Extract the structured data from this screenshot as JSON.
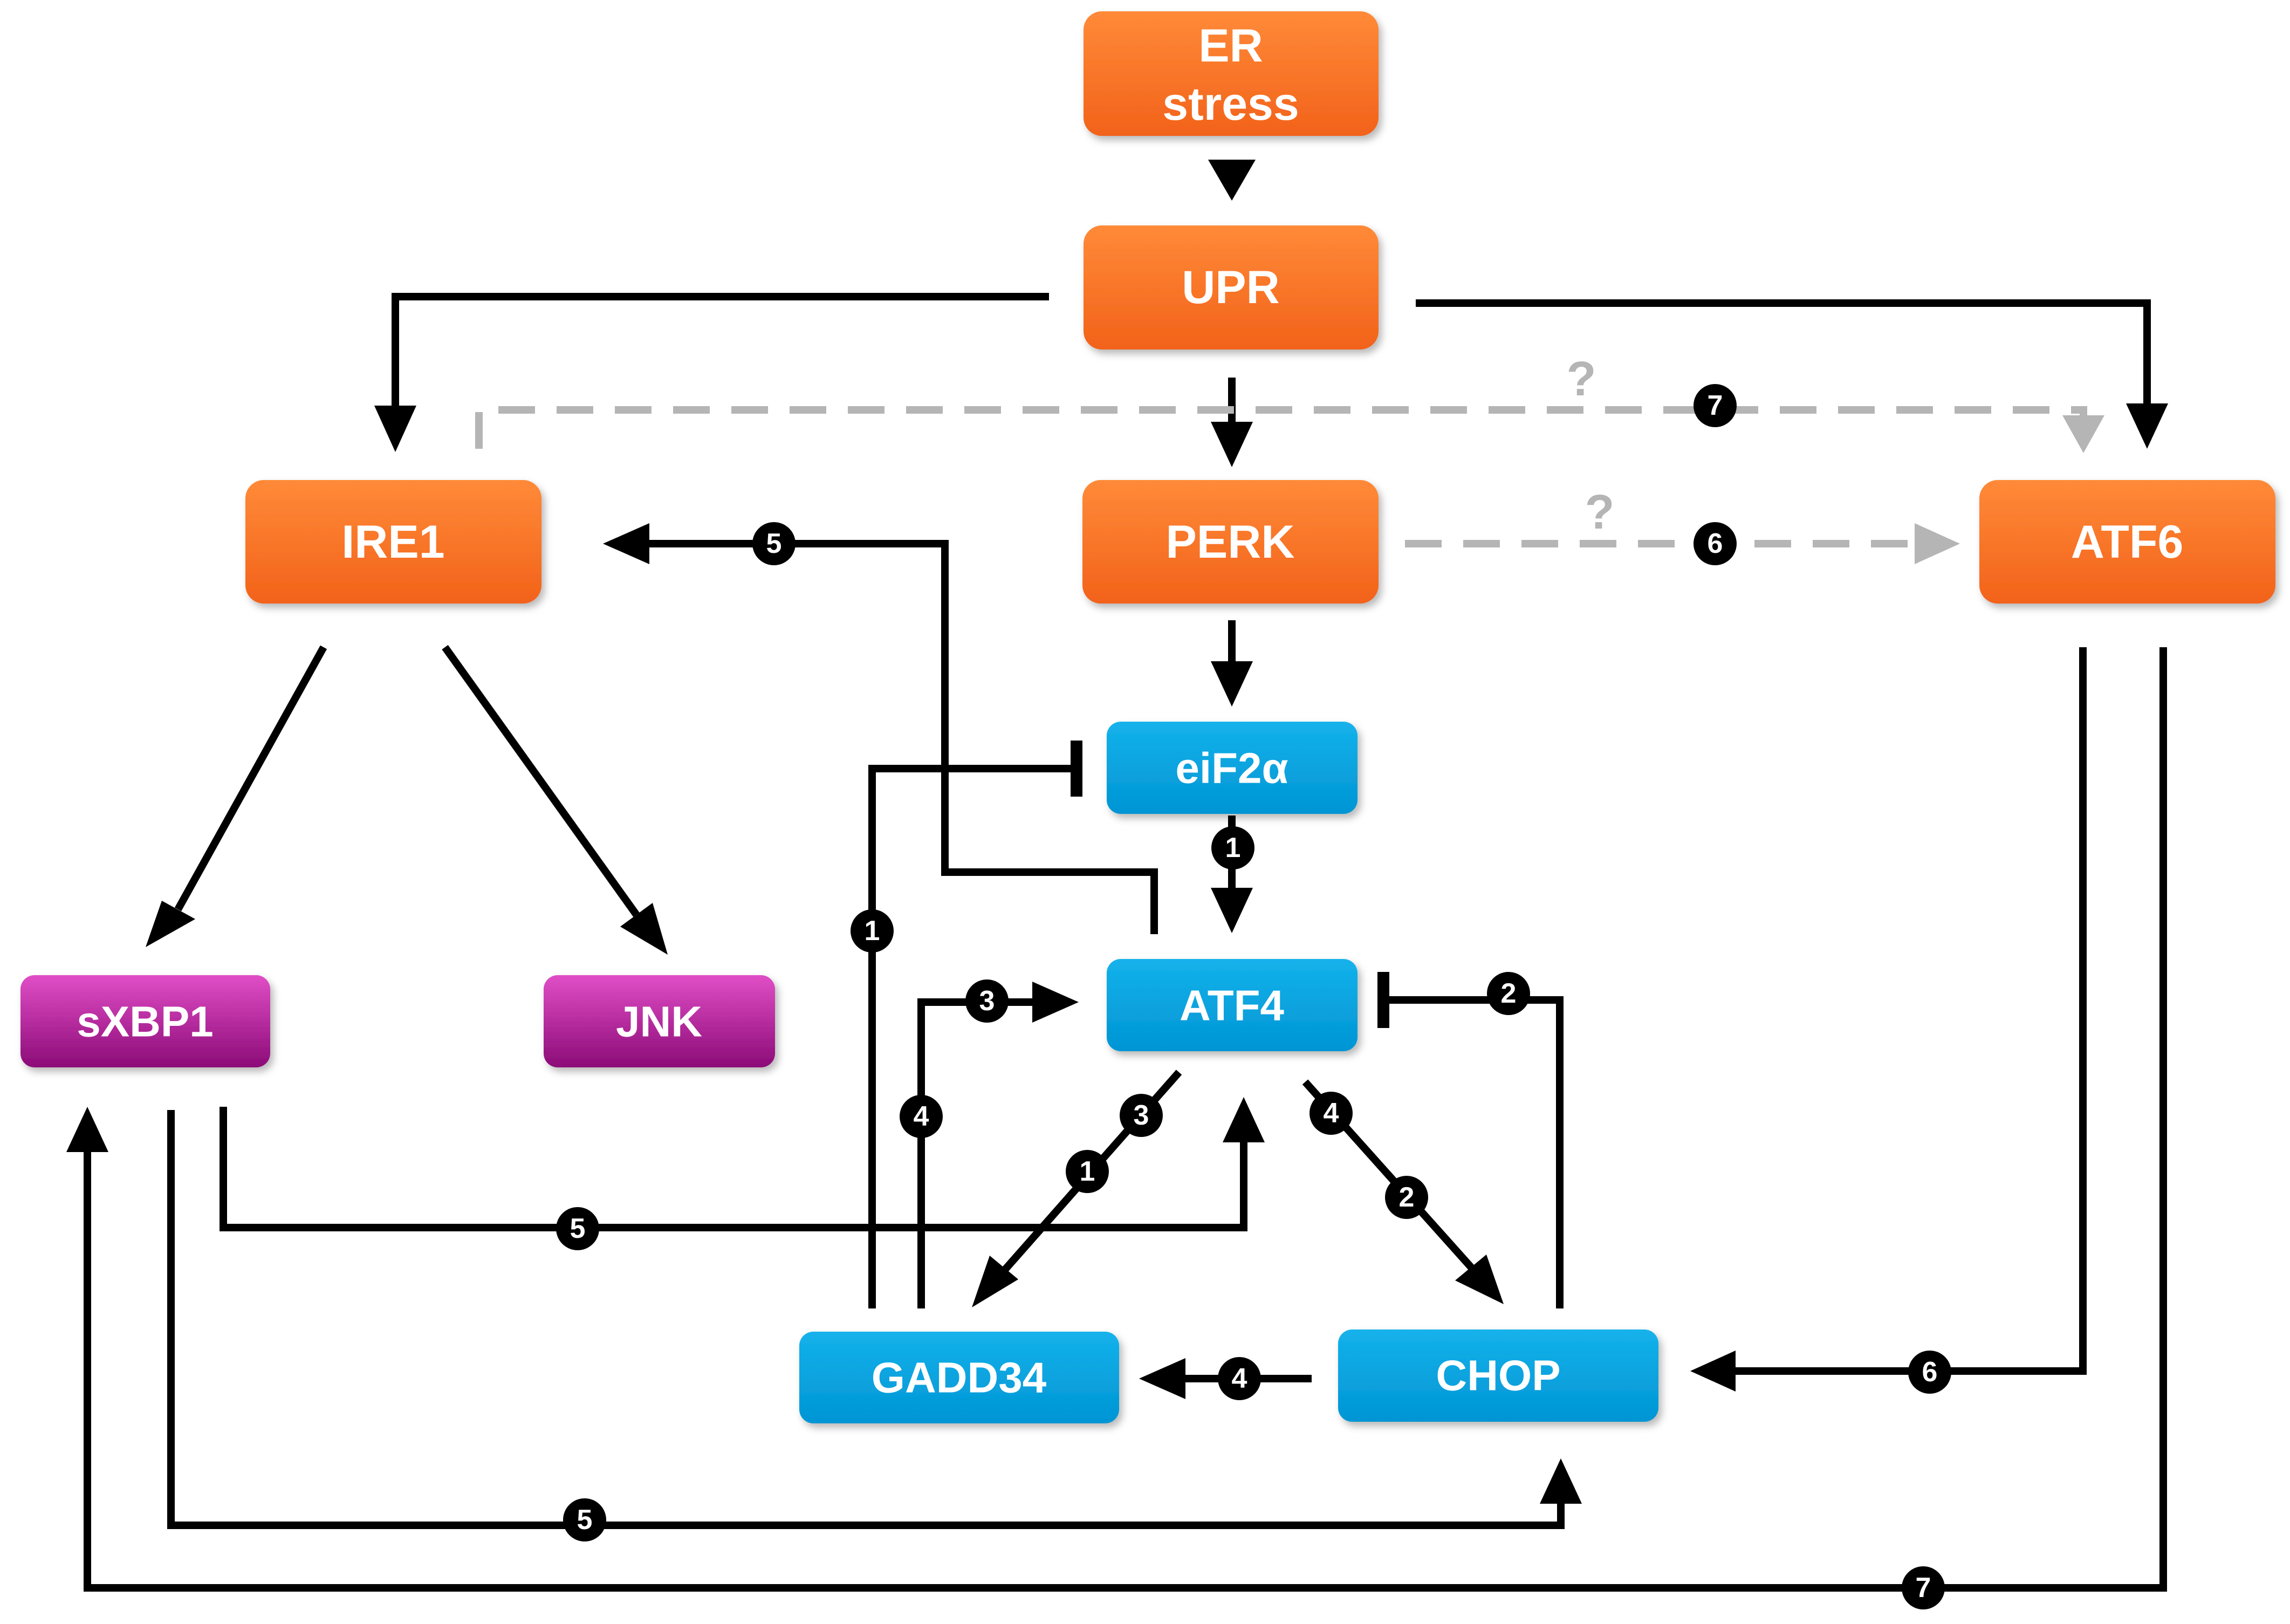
{
  "colors": {
    "upr_node": "#f86f1f",
    "atf4_pathway_node": "#00a1de",
    "ire1_target_node": "#a8128f",
    "edge": "#000000",
    "hypothetical_edge": "#b5b5b5"
  },
  "nodes": {
    "er_stress": {
      "line1": "ER",
      "line2": "stress"
    },
    "upr": "UPR",
    "ire1": "IRE1",
    "perk": "PERK",
    "atf6": "ATF6",
    "eif2a": "eiF2α",
    "atf4": "ATF4",
    "sxbp1": "sXBP1",
    "jnk": "JNK",
    "gadd34": "GADD34",
    "chop": "CHOP"
  },
  "loop_badges": {
    "one": "1",
    "two": "2",
    "three": "3",
    "four": "4",
    "five": "5",
    "six": "6",
    "seven": "7"
  },
  "uncertain_mark": "?"
}
